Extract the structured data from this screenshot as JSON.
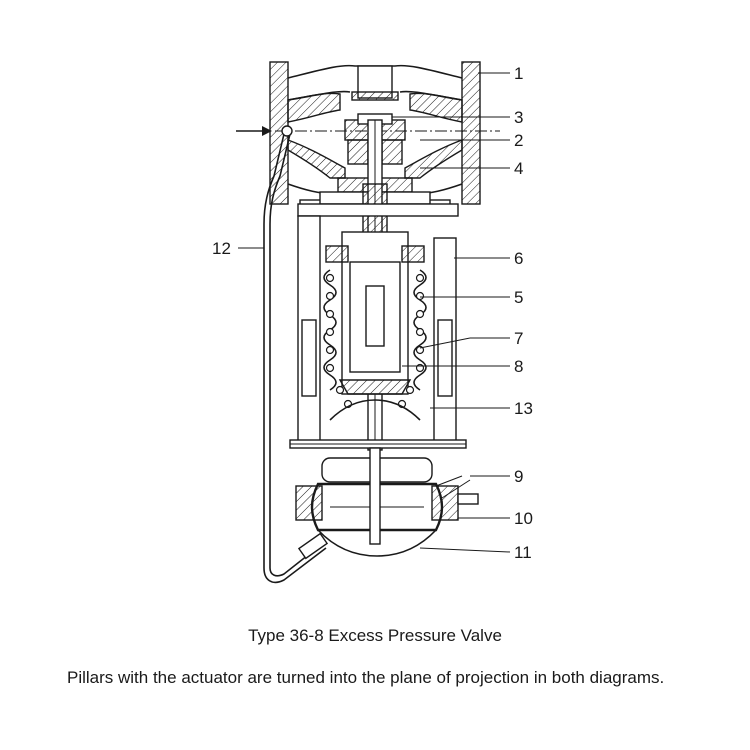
{
  "caption": {
    "title": "Type 36-8 Excess Pressure Valve",
    "note": "Pillars with the actuator are turned into the plane of projection in both diagrams."
  },
  "callouts": [
    "1",
    "3",
    "2",
    "4",
    "12",
    "6",
    "5",
    "7",
    "8",
    "13",
    "9",
    "10",
    "11"
  ],
  "colors": {
    "ink": "#1a1a1a",
    "background": "#ffffff"
  }
}
